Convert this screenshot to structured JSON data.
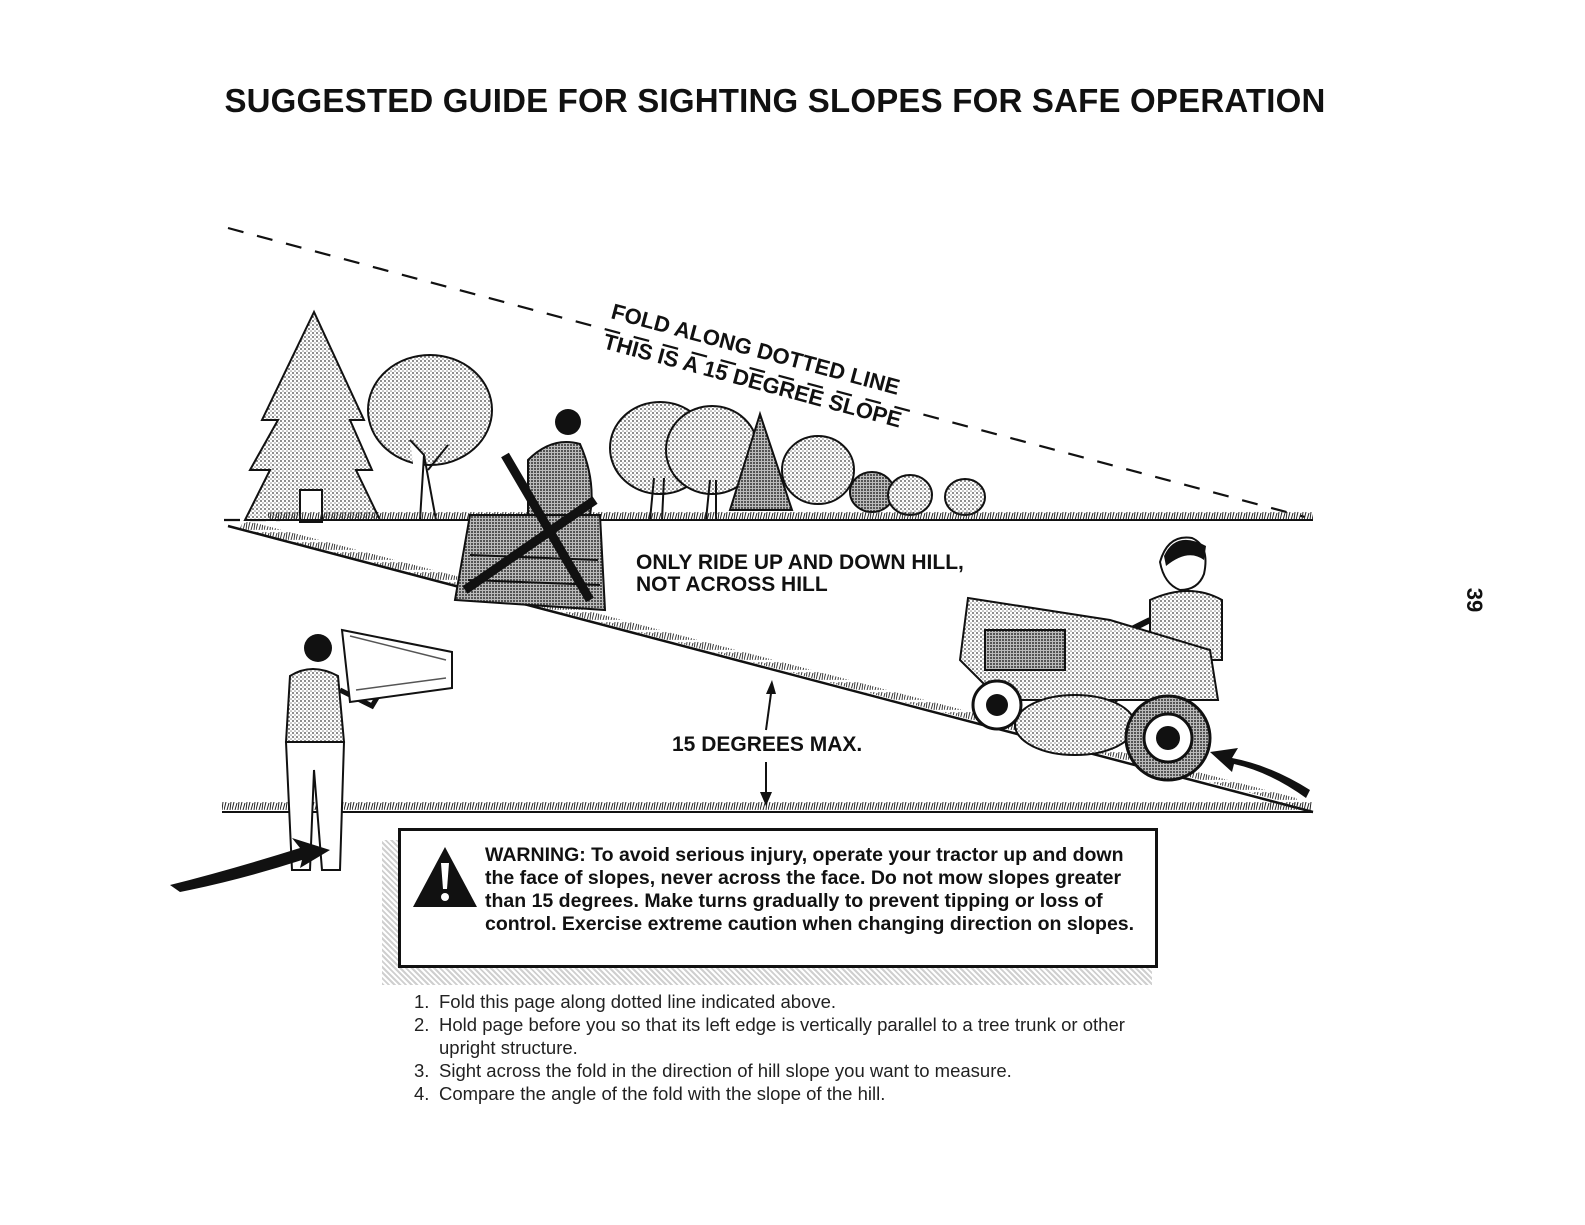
{
  "title": "SUGGESTED GUIDE FOR SIGHTING SLOPES FOR SAFE OPERATION",
  "fold_label": "FOLD ALONG DOTTED LINE",
  "slope_label": "THIS IS A 15 DEGREE SLOPE",
  "ride_note": "ONLY RIDE UP AND DOWN HILL,\nNOT ACROSS HILL",
  "max_label": "15 DEGREES MAX.",
  "page_number": "39",
  "warning": "WARNING: To avoid serious injury, operate your tractor up and down the face of slopes, never across the face. Do not mow slopes greater than 15 degrees. Make turns gradually to prevent tipping or loss of control. Exercise extreme caution when changing direction on slopes.",
  "instructions": [
    {
      "num": "1.",
      "text": "Fold this page along dotted line indicated above."
    },
    {
      "num": "2.",
      "text": "Hold page before you so that its left edge is vertically parallel to a tree trunk or other upright structure."
    },
    {
      "num": "3.",
      "text": "Sight across the fold in the direction of hill slope you want to measure."
    },
    {
      "num": "4.",
      "text": "Compare the angle of the fold with the slope of the hill."
    }
  ],
  "colors": {
    "ink": "#111111",
    "shade": "#bdbdbd",
    "light_shade": "#d9d9d9"
  },
  "icons": [
    "warning-triangle-icon",
    "direction-arrow-icon"
  ]
}
